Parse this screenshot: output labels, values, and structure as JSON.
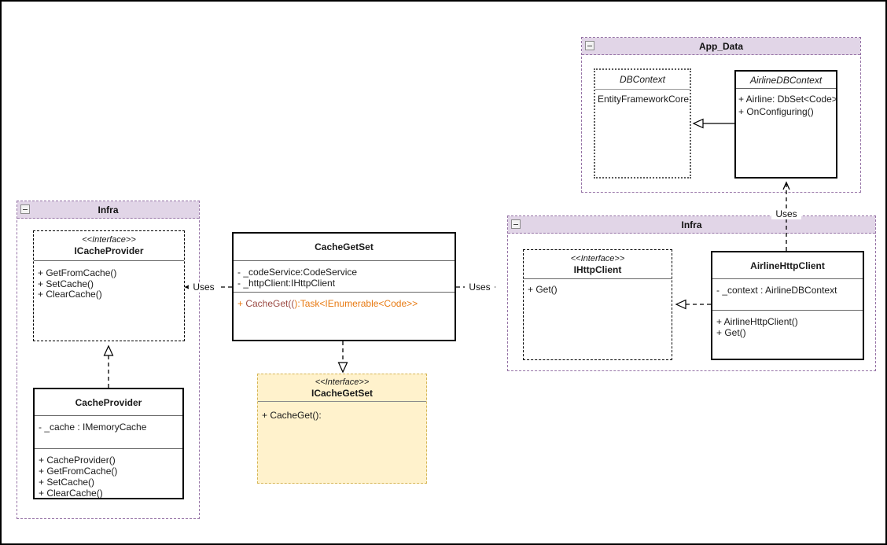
{
  "packages": {
    "app_data": {
      "title": "App_Data"
    },
    "infra_left": {
      "title": "Infra"
    },
    "infra_right": {
      "title": "Infra"
    }
  },
  "classes": {
    "dbcontext": {
      "title": "DBContext",
      "body": "EntityFrameworkCore"
    },
    "airline_dbcontext": {
      "title": "AirlineDBContext",
      "members": [
        "+ Airline: DbSet<Code>",
        "+ OnConfiguring()"
      ]
    },
    "icache_provider": {
      "stereotype": "<<Interface>>",
      "title": "ICacheProvider",
      "methods": [
        "+ GetFromCache()",
        "+ SetCache()",
        "+ ClearCache()"
      ]
    },
    "cache_provider": {
      "title": "CacheProvider",
      "attributes": [
        "- _cache : IMemoryCache"
      ],
      "methods": [
        "+ CacheProvider()",
        "+ GetFromCache()",
        "+ SetCache()",
        "+ ClearCache()"
      ]
    },
    "cache_get_set": {
      "title": "CacheGetSet",
      "attributes": [
        "- _codeService:CodeService",
        "- _httpClient:IHttpClient"
      ],
      "method_parts": {
        "prefix": "+ ",
        "name": "CacheGet((",
        "rest": "):Task<IEnumerable<Code>>"
      }
    },
    "icache_get_set": {
      "stereotype": "<<Interface>>",
      "title": "ICacheGetSet",
      "methods": [
        "+ CacheGet():"
      ]
    },
    "ihttp_client": {
      "stereotype": "<<Interface>>",
      "title": "IHttpClient",
      "methods": [
        "+ Get()"
      ]
    },
    "airline_http_client": {
      "title": "AirlineHttpClient",
      "attributes": [
        "- _context : AirlineDBContext"
      ],
      "methods": [
        "+ AirlineHttpClient()",
        "+ Get()"
      ]
    }
  },
  "edges": {
    "uses_left_label": "Uses",
    "uses_right_label": "Uses",
    "uses_top_label": "Uses"
  },
  "colors": {
    "package_header_fill": "#E1D5E7",
    "package_border": "#9673A6",
    "interface_note_fill": "#FFF2CC",
    "interface_note_border": "#D6B656",
    "highlight_method_orange": "#E87A12",
    "highlight_method_dark": "#9C4B44"
  }
}
